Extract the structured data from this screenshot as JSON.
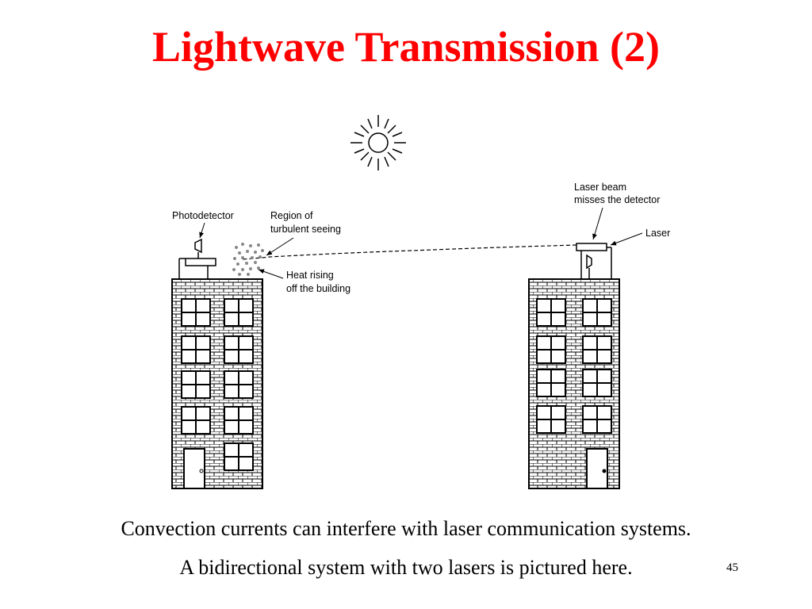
{
  "slide": {
    "title": "Lightwave Transmission (2)",
    "caption_line1": "Convection currents can interfere with laser communication systems.",
    "caption_line2": "A bidirectional system with two lasers is pictured here.",
    "page_number": "45",
    "title_color": "#ff0000"
  },
  "diagram": {
    "labels": {
      "photodetector": "Photodetector",
      "region_line1": "Region of",
      "region_line2": "turbulent seeing",
      "heat_line1": "Heat rising",
      "heat_line2": "off the building",
      "laser_beam_line1": "Laser beam",
      "laser_beam_line2": "misses the detector",
      "laser": "Laser"
    },
    "icons": [
      "sun-icon",
      "photodetector-icon",
      "laser-icon",
      "building-icon",
      "door-icon",
      "window-icon"
    ]
  }
}
